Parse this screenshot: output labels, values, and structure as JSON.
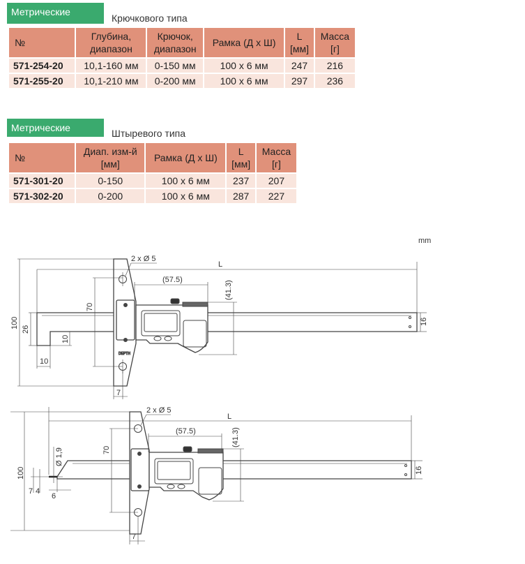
{
  "section1": {
    "tag": "Метрические",
    "subtitle": "Крючкового типа",
    "headers": [
      [
        "№",
        ""
      ],
      [
        "Глубина,",
        "диапазон"
      ],
      [
        "Крючок,",
        "диапазон"
      ],
      [
        "Рамка (Д х Ш)",
        ""
      ],
      [
        "L",
        "[мм]"
      ],
      [
        "Масса",
        "[г]"
      ]
    ],
    "rows": [
      [
        "571-254-20",
        "10,1-160 мм",
        "0-150 мм",
        "100 х 6 мм",
        "247",
        "216"
      ],
      [
        "571-255-20",
        "10,1-210 мм",
        "0-200 мм",
        "100 х 6 мм",
        "297",
        "236"
      ]
    ]
  },
  "section2": {
    "tag": "Метрические",
    "subtitle": "Штыревого типа",
    "headers": [
      [
        "№",
        ""
      ],
      [
        "Диап. изм-й",
        "[мм]"
      ],
      [
        "Рамка (Д х Ш)",
        ""
      ],
      [
        "L",
        "[мм]"
      ],
      [
        "Масса",
        "[г]"
      ]
    ],
    "rows": [
      [
        "571-301-20",
        "0-150",
        "100 х 6 мм",
        "237",
        "207"
      ],
      [
        "571-302-20",
        "0-200",
        "100 х 6 мм",
        "287",
        "227"
      ]
    ]
  },
  "drawing": {
    "unit": "mm",
    "top": {
      "holes": "2 x Ø 5",
      "L": "L",
      "width": "(57.5)",
      "height": "(41.3)",
      "d70": "70",
      "d100": "100",
      "d26": "26",
      "d10v": "10",
      "d10h": "10",
      "d7": "7",
      "d16": "16",
      "base_mark": "DEPTH"
    },
    "bottom": {
      "holes": "2 x Ø 5",
      "L": "L",
      "width": "(57.5)",
      "height": "(41.3)",
      "d70": "70",
      "d100": "100",
      "dia": "Ø 1,9",
      "d7": "7",
      "d4": "4",
      "d6": "6",
      "d7b": "7",
      "d16": "16"
    }
  }
}
